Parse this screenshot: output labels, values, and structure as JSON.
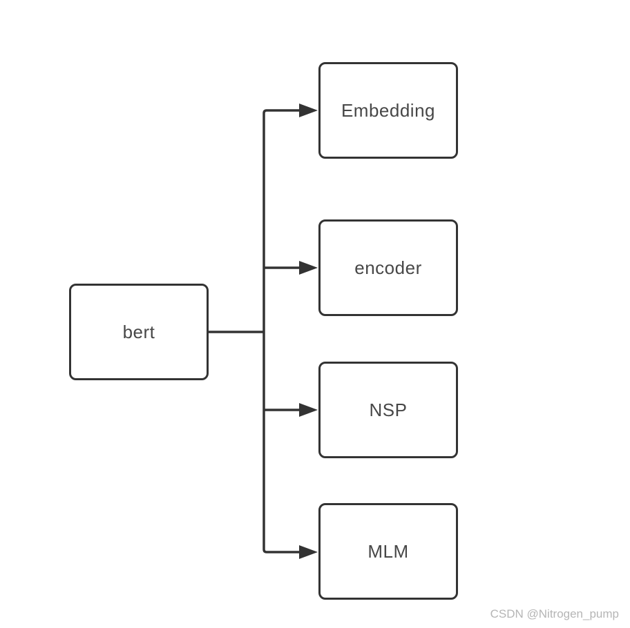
{
  "diagram": {
    "type": "flowchart",
    "root": {
      "label": "bert"
    },
    "children": [
      {
        "label": "Embedding"
      },
      {
        "label": "encoder"
      },
      {
        "label": "NSP"
      },
      {
        "label": "MLM"
      }
    ],
    "edges": [
      {
        "from": "bert",
        "to": "Embedding",
        "arrow": true
      },
      {
        "from": "bert",
        "to": "encoder",
        "arrow": true
      },
      {
        "from": "bert",
        "to": "NSP",
        "arrow": true
      },
      {
        "from": "bert",
        "to": "MLM",
        "arrow": true
      }
    ]
  },
  "watermark": {
    "text": "CSDN @Nitrogen_pump"
  },
  "colors": {
    "line": "#333333",
    "box_border": "#333333",
    "text": "#474747",
    "watermark": "#b5b5b5",
    "background": "#ffffff"
  }
}
